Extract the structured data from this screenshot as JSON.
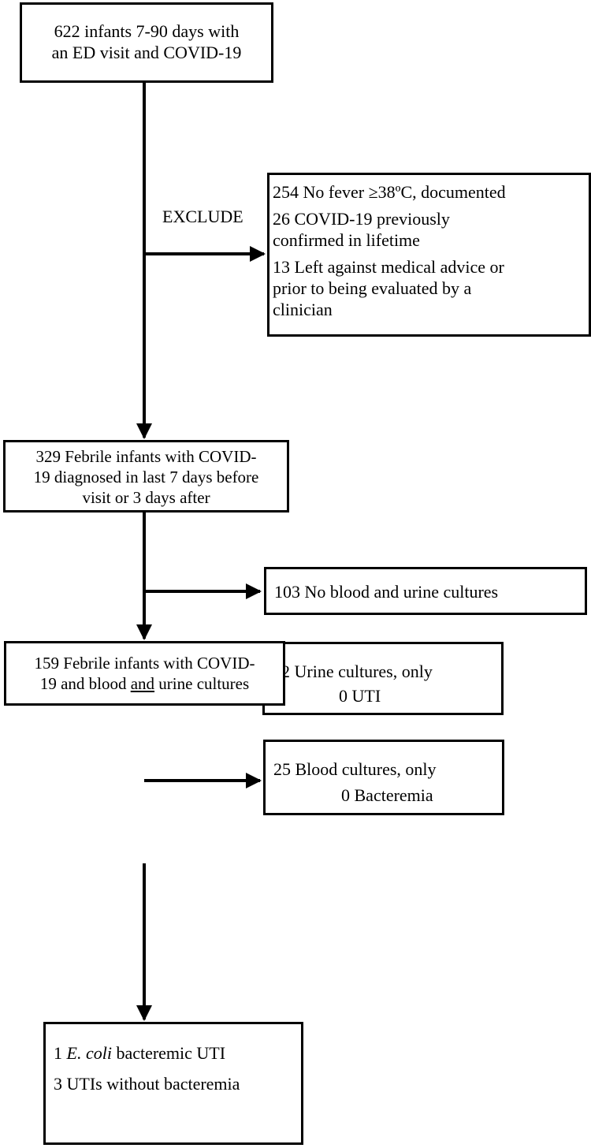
{
  "boxes": {
    "start": [
      "622 infants 7-90 days with",
      "an ED visit and COVID-19"
    ],
    "exclude_label": "EXCLUDE",
    "exclusions": {
      "fever": "254 No fever ≥38ºC, documented",
      "covid_prev": [
        "26 COVID-19 previously",
        "confirmed in lifetime"
      ],
      "ama": [
        "13 Left against medical advice or",
        "prior to being evaluated by a",
        "clinician"
      ]
    },
    "febrile": [
      "329 Febrile infants with COVID-",
      "19 diagnosed in last 7 days before",
      "visit or 3 days after"
    ],
    "no_cultures": "103 No blood and urine cultures",
    "urine_only": {
      "line1": "42 Urine cultures, only",
      "line2": "0 UTI"
    },
    "blood_only": {
      "line1": "25 Blood cultures, only",
      "line2": "0 Bacteremia"
    },
    "both": {
      "line1": "159 Febrile infants with COVID-",
      "line2_a": "19 and blood ",
      "line2_and": "and",
      "line2_b": " urine cultures"
    },
    "outcome": {
      "count1": "1 ",
      "organism": "E. coli",
      "rest1": " bacteremic UTI",
      "line2": "3 UTIs without bacteremia"
    }
  }
}
